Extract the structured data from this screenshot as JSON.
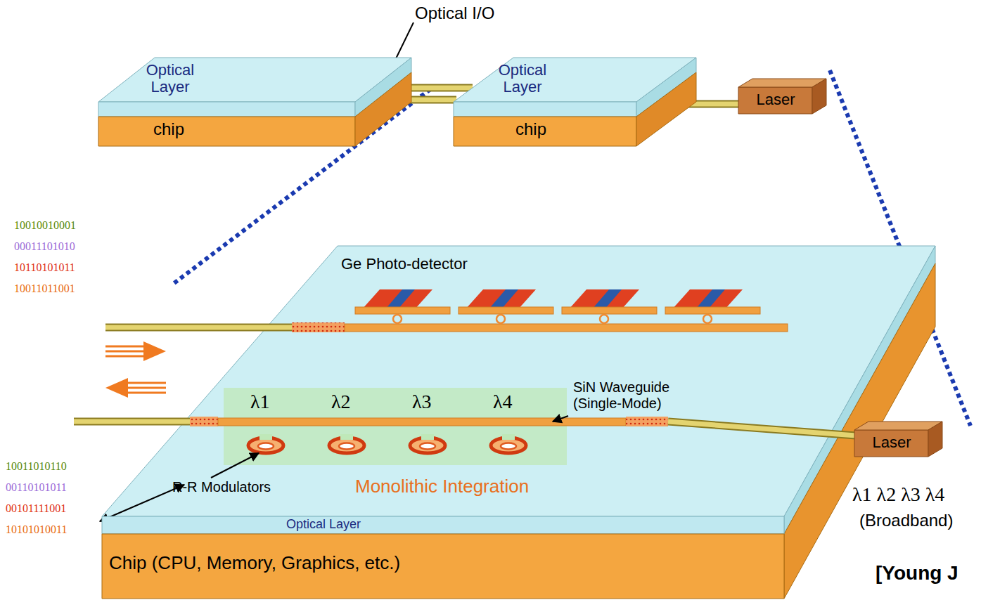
{
  "diagram": {
    "nodes": [
      {
        "text": [
          "Optical Layer"
        ]
      },
      {
        "text": [
          "chip"
        ]
      },
      {
        "text": [
          "Optical Layer"
        ]
      },
      {
        "text": [
          "chip"
        ]
      },
      {
        "text": [
          "Laser"
        ]
      },
      {
        "text": [
          "Optical Layer"
        ]
      },
      {
        "text": [
          "Chip (CPU, Memory, Graphics, etc.)"
        ]
      },
      {
        "text": [
          "Laser"
        ]
      }
    ],
    "edges": [
      {
        "from": 0,
        "to": 2,
        "arrow": "none"
      },
      {
        "from": 0,
        "to": 2,
        "arrow": "none"
      },
      {
        "from": 2,
        "to": 4,
        "arrow": "none"
      }
    ],
    "labels": [
      "Optical I/O",
      "10010010001",
      "00011101010",
      "10110101011",
      "10011011001",
      "Ge Photo-detector",
      "SiN Waveguide (Single-Mode)",
      "λ1",
      "λ2",
      "λ3",
      "λ4",
      "R-R Modulators",
      "Monolithic Integration",
      "10011010110",
      "00110101011",
      "00101111001",
      "10101010011",
      "λ1 λ2 λ3 λ4",
      "(Broadband)",
      "[Young J"
    ]
  }
}
